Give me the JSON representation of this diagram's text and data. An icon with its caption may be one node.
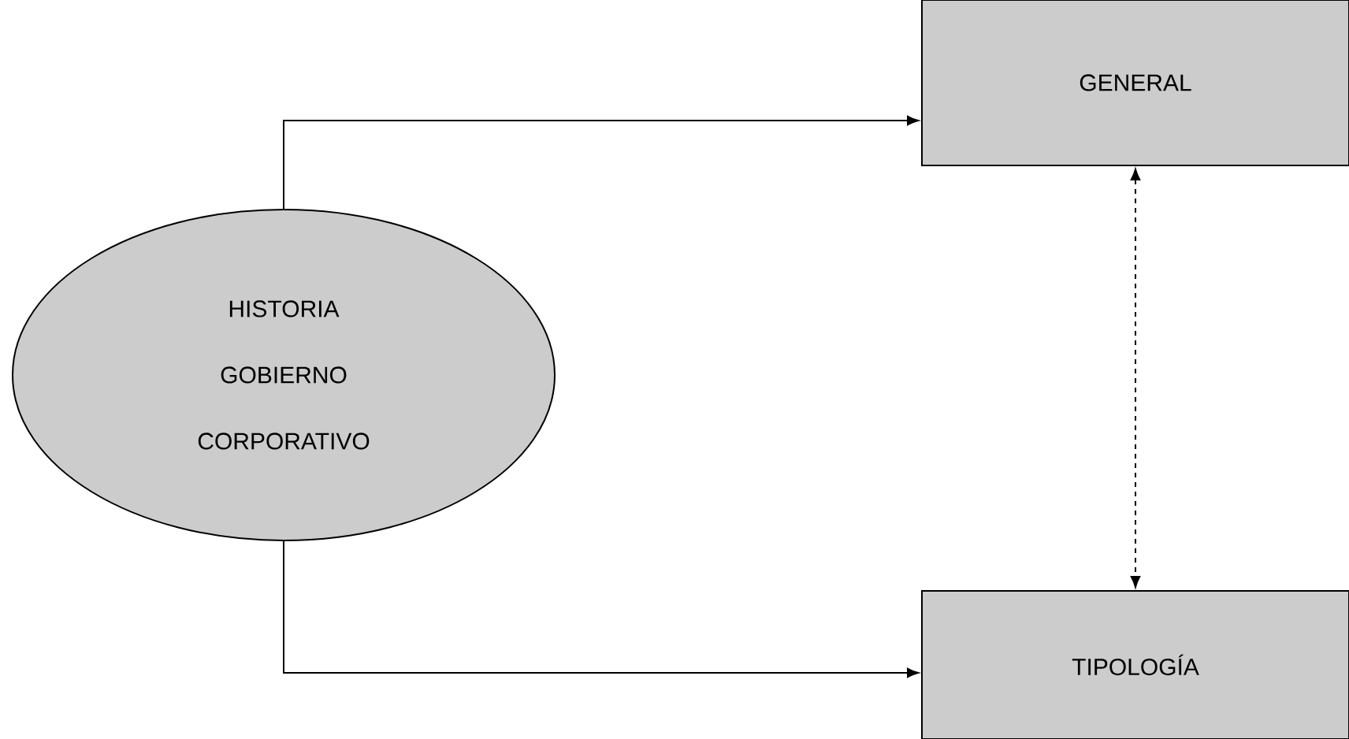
{
  "diagram": {
    "nodes": [
      {
        "text": [
          "HISTORIA GOBIERNO CORPORATIVO"
        ]
      },
      {
        "text": [
          "GENERAL"
        ]
      },
      {
        "text": [
          "TIPOLOGÍA"
        ]
      }
    ],
    "edges": [
      {
        "from": 0,
        "to": 1,
        "arrow": "to"
      },
      {
        "from": 0,
        "to": 2,
        "arrow": "to"
      },
      {
        "from": 1,
        "to": 2,
        "arrow": "both",
        "style": "dashed"
      }
    ]
  }
}
